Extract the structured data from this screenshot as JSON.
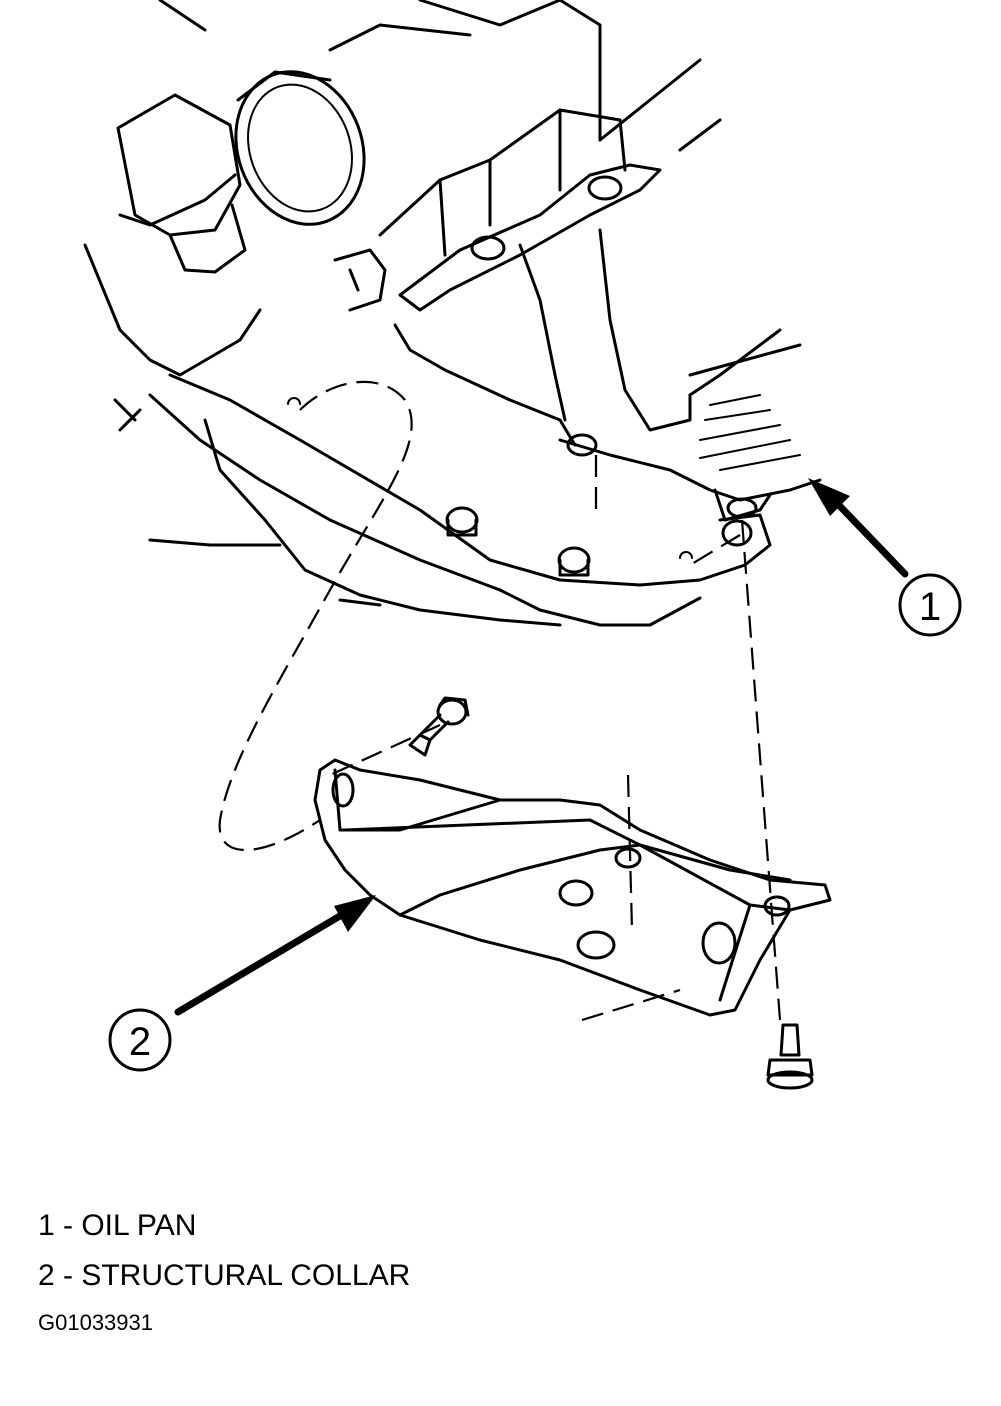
{
  "callouts": [
    {
      "number": "1",
      "label": "OIL PAN"
    },
    {
      "number": "2",
      "label": "STRUCTURAL COLLAR"
    }
  ],
  "legend": [
    {
      "text": "1 - OIL PAN"
    },
    {
      "text": "2 - STRUCTURAL COLLAR"
    }
  ],
  "figure_id": "G01033931"
}
